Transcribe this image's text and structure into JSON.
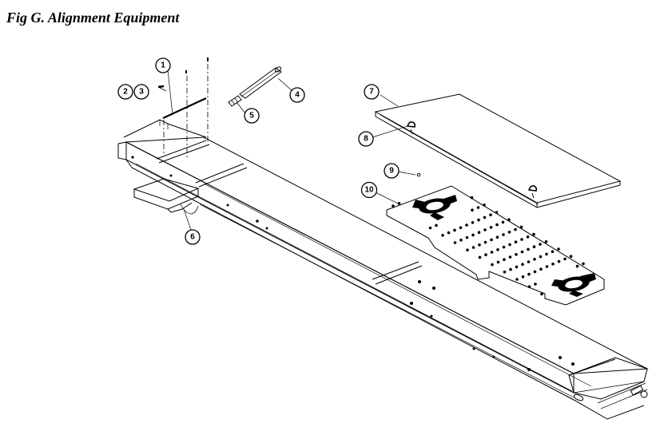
{
  "figure": {
    "title": "Fig G.  Alignment Equipment"
  },
  "callouts": [
    {
      "id": "1",
      "label": "1"
    },
    {
      "id": "2",
      "label": "2"
    },
    {
      "id": "3",
      "label": "3"
    },
    {
      "id": "4",
      "label": "4"
    },
    {
      "id": "5",
      "label": "5"
    },
    {
      "id": "6",
      "label": "6"
    },
    {
      "id": "7",
      "label": "7"
    },
    {
      "id": "8",
      "label": "8"
    },
    {
      "id": "9",
      "label": "9"
    },
    {
      "id": "10",
      "label": "10"
    }
  ]
}
